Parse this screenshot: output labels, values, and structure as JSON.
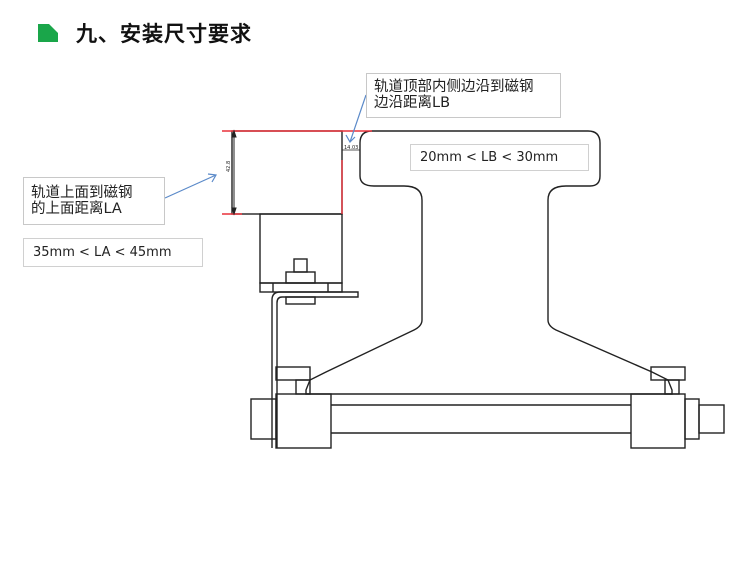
{
  "section": {
    "title": "九、安装尺寸要求",
    "marker_icon": "green-chamfered-square-icon",
    "marker_color": "#1aa64a"
  },
  "callouts": {
    "lb_description": "轨道顶部内侧边沿到磁钢边沿距离LB",
    "lb_line1": "轨道顶部内侧边沿到磁钢",
    "lb_line2": "边沿距离LB",
    "lb_range": "20mm <  LB < 30mm",
    "la_line1": "轨道上面到磁钢",
    "la_line2": "的上面距离LA",
    "la_range": "35mm <  LA < 45mm"
  },
  "dimensions": {
    "la_dim_text": "42.8",
    "lb_dim_text": "14.03"
  },
  "colors": {
    "outline": "#222222",
    "highlight": "#e8303a",
    "arrow": "#5b8ac9",
    "box_border": "#c8c8c8"
  }
}
